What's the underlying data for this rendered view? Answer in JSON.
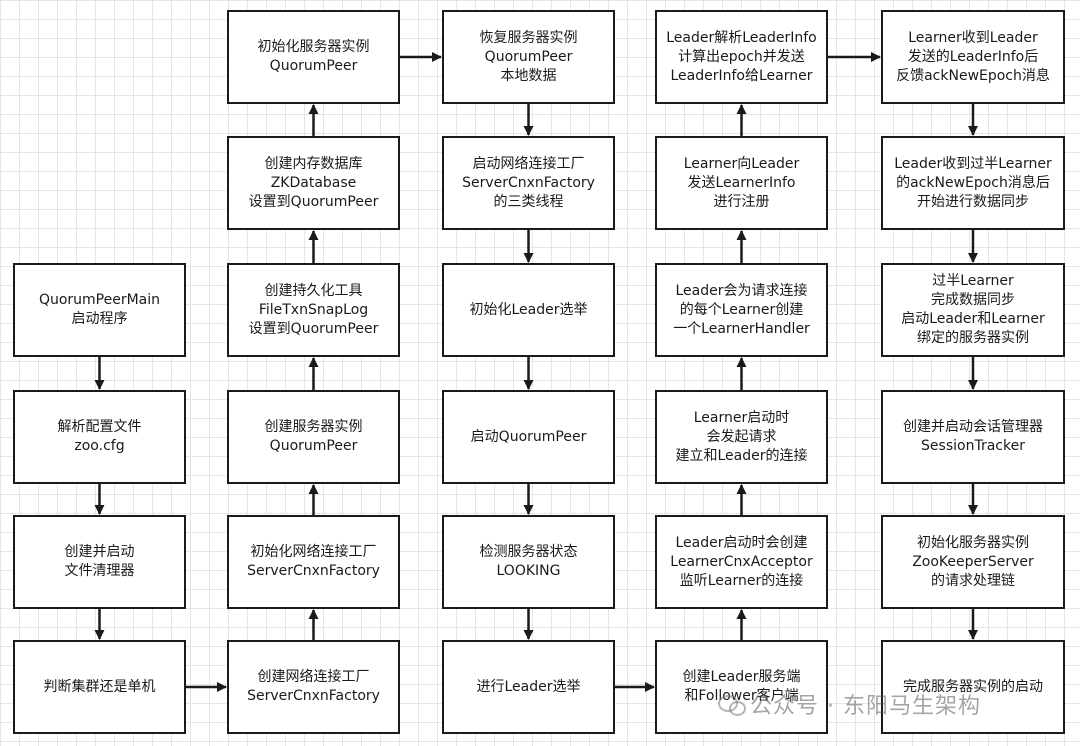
{
  "nodes": {
    "c1r1": {
      "lines": [
        "QuorumPeerMain",
        "启动程序"
      ]
    },
    "c1r2": {
      "lines": [
        "解析配置文件",
        "zoo.cfg"
      ]
    },
    "c1r3": {
      "lines": [
        "创建并启动",
        "文件清理器"
      ]
    },
    "c1r4": {
      "lines": [
        "判断集群还是单机"
      ]
    },
    "c2r1": {
      "lines": [
        "初始化服务器实例",
        "QuorumPeer"
      ]
    },
    "c2r2": {
      "lines": [
        "创建内存数据库",
        "ZKDatabase",
        "设置到QuorumPeer"
      ]
    },
    "c2r3": {
      "lines": [
        "创建持久化工具",
        "FileTxnSnapLog",
        "设置到QuorumPeer"
      ]
    },
    "c2r4": {
      "lines": [
        "创建服务器实例",
        "QuorumPeer"
      ]
    },
    "c2r5": {
      "lines": [
        "初始化网络连接工厂",
        "ServerCnxnFactory"
      ]
    },
    "c2r6": {
      "lines": [
        "创建网络连接工厂",
        "ServerCnxnFactory"
      ]
    },
    "c3r1": {
      "lines": [
        "恢复服务器实例",
        "QuorumPeer",
        "本地数据"
      ]
    },
    "c3r2": {
      "lines": [
        "启动网络连接工厂",
        "ServerCnxnFactory",
        "的三类线程"
      ]
    },
    "c3r3": {
      "lines": [
        "初始化Leader选举"
      ]
    },
    "c3r4": {
      "lines": [
        "启动QuorumPeer"
      ]
    },
    "c3r5": {
      "lines": [
        "检测服务器状态",
        "LOOKING"
      ]
    },
    "c3r6": {
      "lines": [
        "进行Leader选举"
      ]
    },
    "c4r1": {
      "lines": [
        "Leader解析LeaderInfo",
        "计算出epoch并发送",
        "LeaderInfo给Learner"
      ]
    },
    "c4r2": {
      "lines": [
        "Learner向Leader",
        "发送LearnerInfo",
        "进行注册"
      ]
    },
    "c4r3": {
      "lines": [
        "Leader会为请求连接",
        "的每个Learner创建",
        "一个LearnerHandler"
      ]
    },
    "c4r4": {
      "lines": [
        "Learner启动时",
        "会发起请求",
        "建立和Leader的连接"
      ]
    },
    "c4r5": {
      "lines": [
        "Leader启动时会创建",
        "LearnerCnxAcceptor",
        "监听Learner的连接"
      ]
    },
    "c4r6": {
      "lines": [
        "创建Leader服务端",
        "和Follower客户端"
      ]
    },
    "c5r1": {
      "lines": [
        "Learner收到Leader",
        "发送的LeaderInfo后",
        "反馈ackNewEpoch消息"
      ]
    },
    "c5r2": {
      "lines": [
        "Leader收到过半Learner",
        "的ackNewEpoch消息后",
        "开始进行数据同步"
      ]
    },
    "c5r3": {
      "lines": [
        "过半Learner",
        "完成数据同步",
        "启动Leader和Learner",
        "绑定的服务器实例"
      ]
    },
    "c5r4": {
      "lines": [
        "创建并启动会话管理器",
        "SessionTracker"
      ]
    },
    "c5r5": {
      "lines": [
        "初始化服务器实例",
        "ZooKeeperServer",
        "的请求处理链"
      ]
    },
    "c5r6": {
      "lines": [
        "完成服务器实例的启动"
      ]
    }
  },
  "watermark": {
    "text": "公众号 · 东阳马生架构",
    "icon": "wechat-icon"
  },
  "colors": {
    "stroke": "#1a1a1a",
    "grid": "#e6e6e6",
    "background": "#ffffff"
  }
}
